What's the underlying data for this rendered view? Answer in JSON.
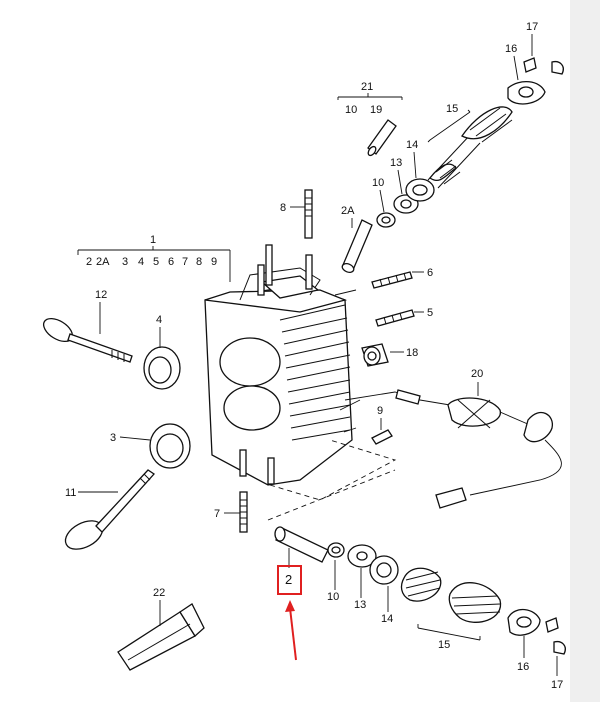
{
  "callouts": {
    "group_1": "1",
    "group_1_items": [
      "2",
      "2A",
      "3",
      "4",
      "5",
      "6",
      "7",
      "8",
      "9"
    ],
    "group_21": "21",
    "group_21_items": [
      "10",
      "19"
    ],
    "p12": "12",
    "p4": "4",
    "p3": "3",
    "p11": "11",
    "p7": "7",
    "p8": "8",
    "p2A": "2A",
    "p6": "6",
    "p5": "5",
    "p18": "18",
    "p9": "9",
    "p20": "20",
    "p22": "22",
    "p2": "2",
    "top_10": "10",
    "top_13": "13",
    "top_14": "14",
    "top_15": "15",
    "top_16": "16",
    "top_17": "17",
    "bot_10": "10",
    "bot_13": "13",
    "bot_14": "14",
    "bot_15": "15",
    "bot_16": "16",
    "bot_17": "17"
  },
  "highlight": {
    "box_color": "#e02020",
    "arrow_color": "#e02020"
  },
  "panel": {
    "color": "#efefef"
  }
}
